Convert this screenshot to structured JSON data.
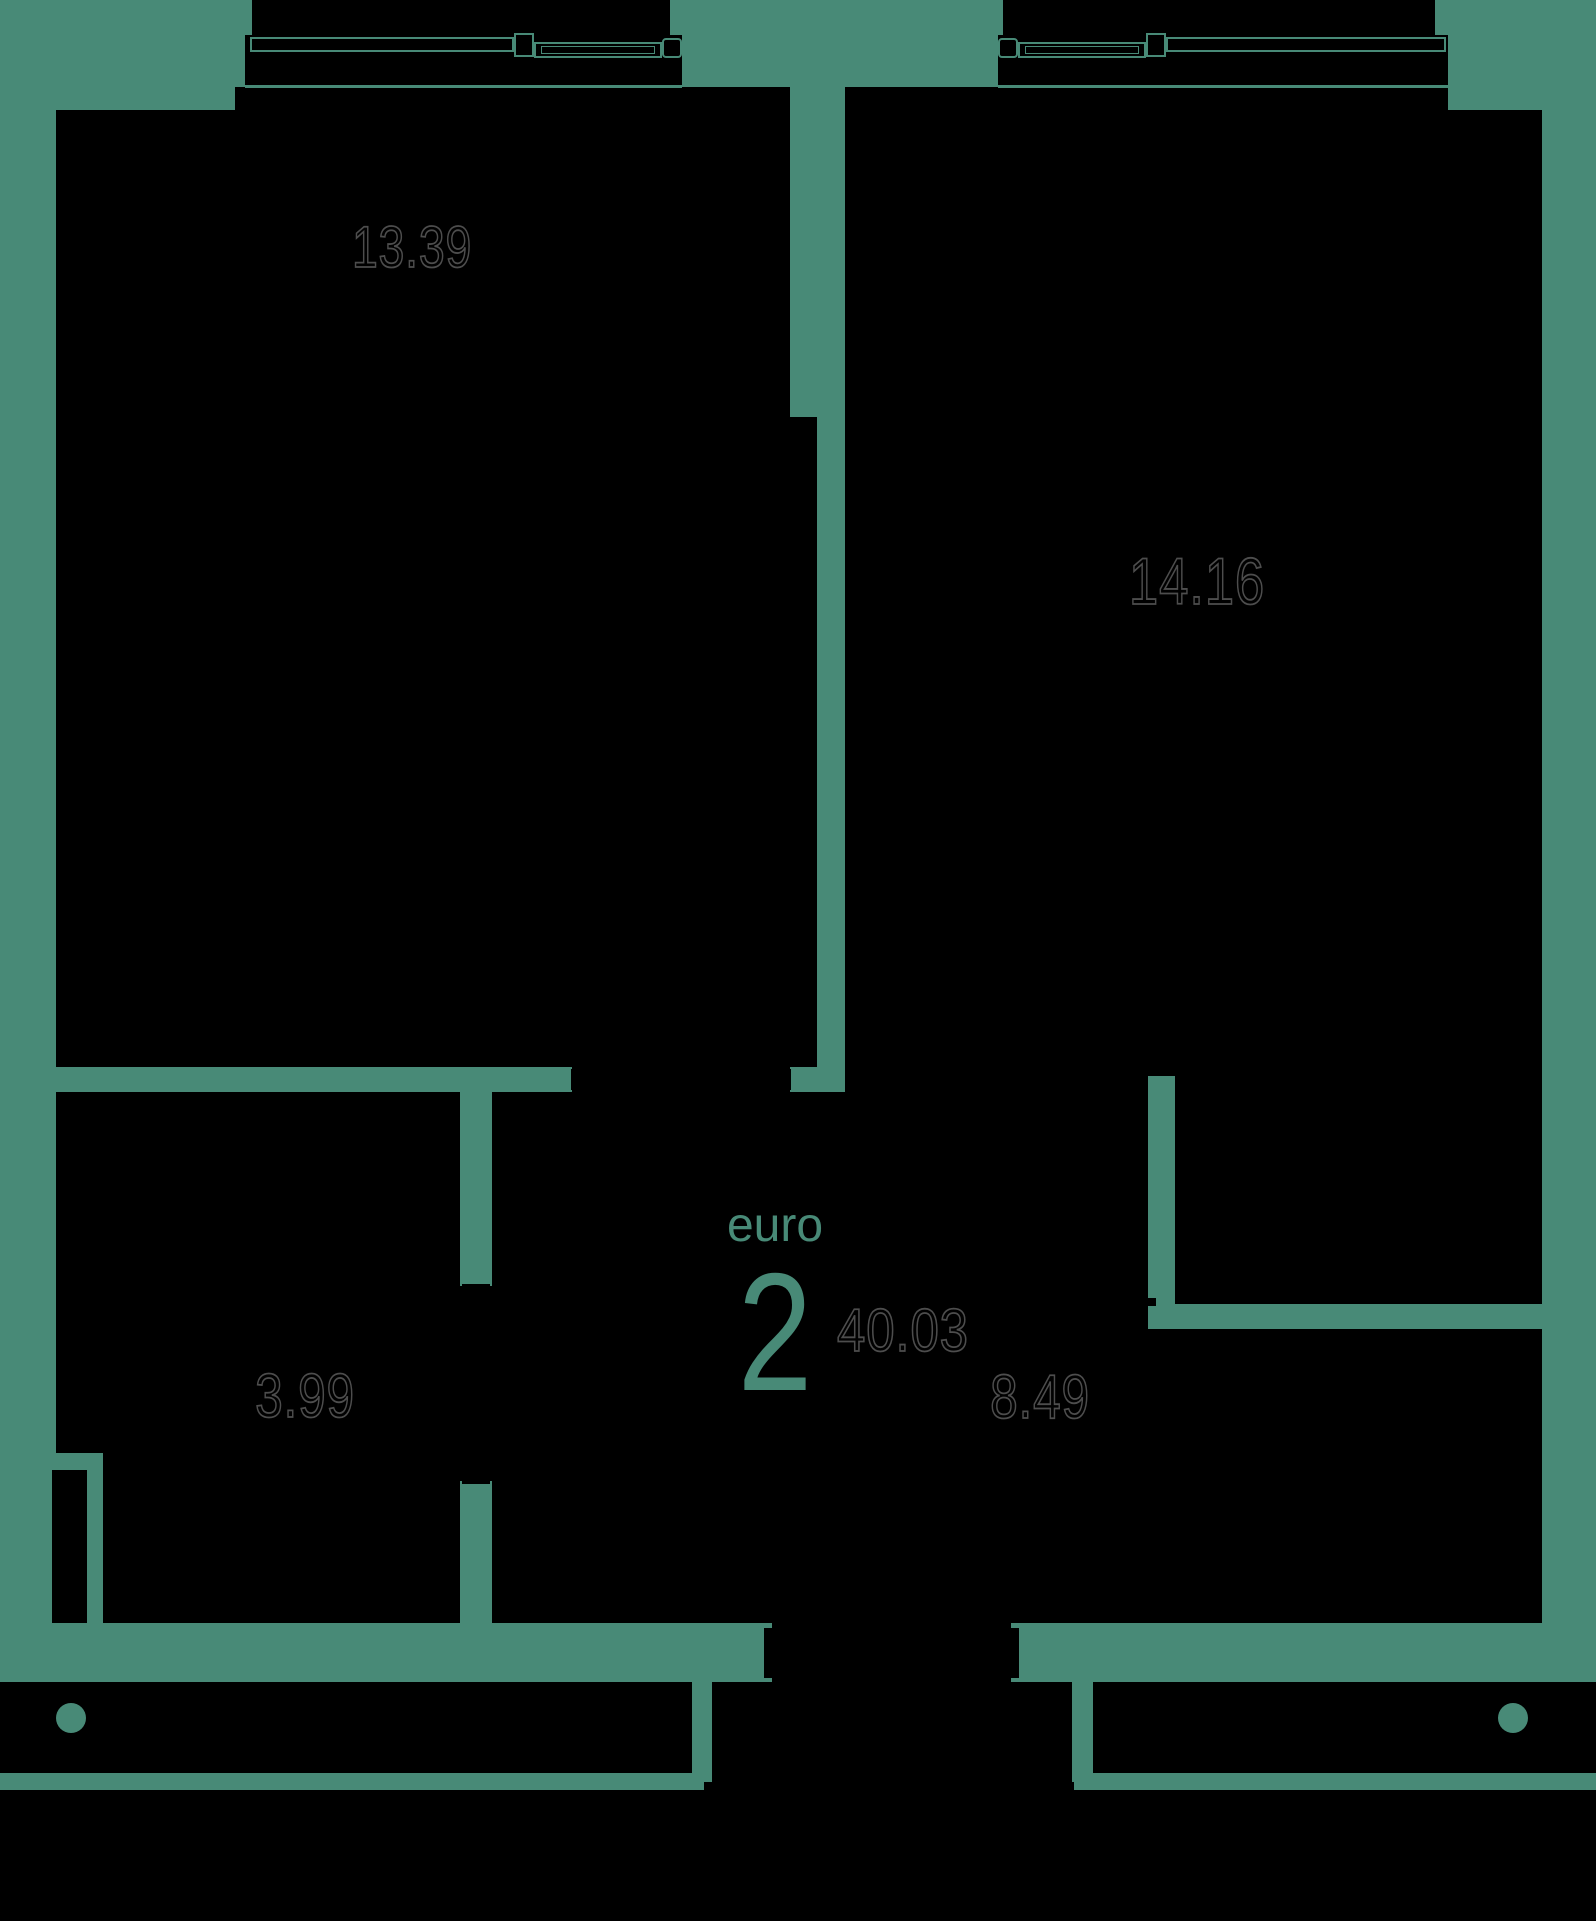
{
  "plan": {
    "type_label": "euro",
    "room_count": "2",
    "total_area": "40.03",
    "rooms": [
      "13.39",
      "14.16",
      "3.99",
      "8.49"
    ],
    "colors": {
      "background": "#488a77",
      "room_fill": "#000000",
      "area_label_stroke": "#4d4d4d",
      "accent_text": "#488a77"
    }
  }
}
